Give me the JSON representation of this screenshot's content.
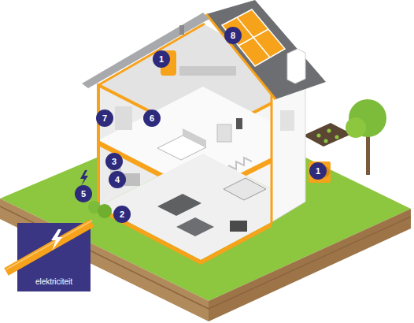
{
  "diagram": {
    "nodes": [
      {
        "text": [
          "8"
        ]
      },
      {
        "text": [
          "1"
        ]
      },
      {
        "text": [
          "7"
        ]
      },
      {
        "text": [
          "6"
        ]
      },
      {
        "text": [
          "3"
        ]
      },
      {
        "text": [
          "1"
        ]
      },
      {
        "text": [
          "4"
        ]
      },
      {
        "text": [
          "5"
        ]
      },
      {
        "text": [
          "2"
        ]
      },
      {
        "text": [
          "elektriciteit"
        ]
      }
    ]
  }
}
